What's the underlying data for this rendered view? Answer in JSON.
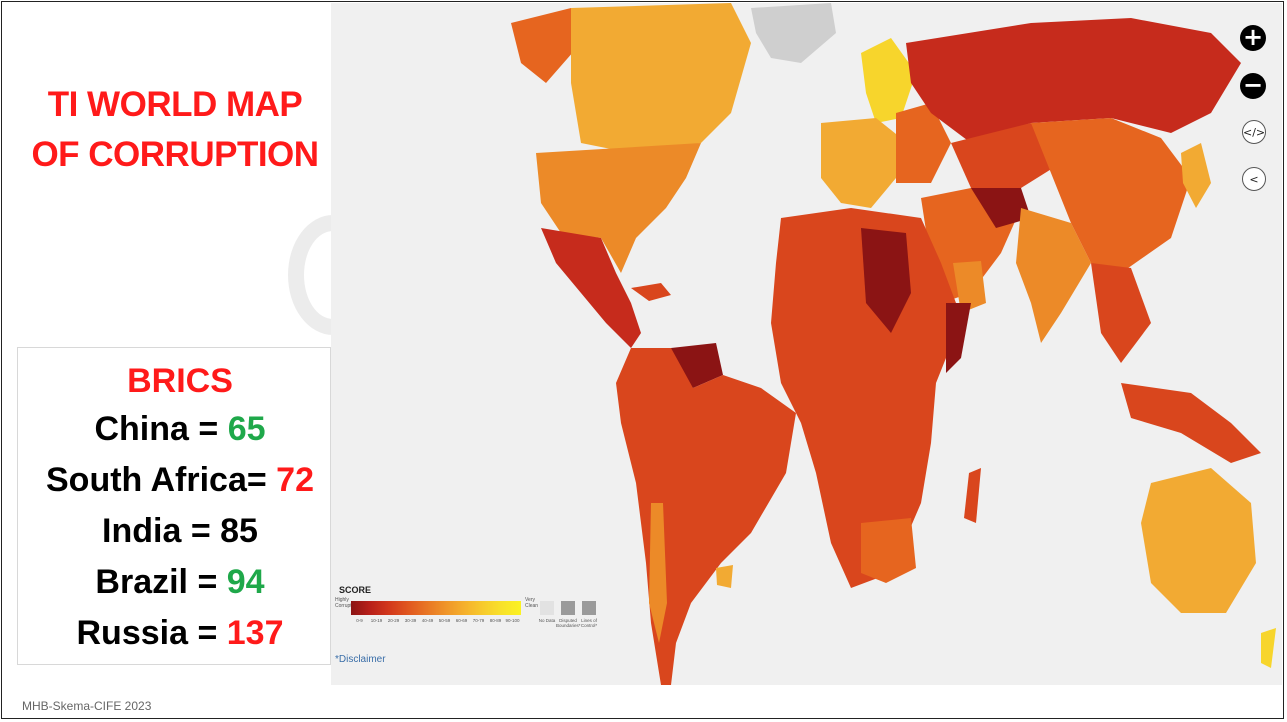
{
  "slide": {
    "title_line1": "TI WORLD MAP",
    "title_line2": "OF CORRUPTION",
    "footer": "MHB-Skema-CIFE 2023"
  },
  "brics": {
    "heading": "BRICS",
    "rows": [
      {
        "label": "China = ",
        "value": "65",
        "color": "#1fa84a"
      },
      {
        "label": "South Africa= ",
        "value": "72",
        "color": "#ff1a1a"
      },
      {
        "label": "India = ",
        "value": "85",
        "color": "#000000"
      },
      {
        "label": "Brazil = ",
        "value": "94",
        "color": "#1fa84a"
      },
      {
        "label": "Russia = ",
        "value": "137",
        "color": "#ff1a1a"
      }
    ]
  },
  "map": {
    "controls": {
      "zoom_in": "+",
      "zoom_out": "−",
      "embed": "</>",
      "share": "<"
    },
    "legend": {
      "title": "SCORE",
      "low_end": "Highly Corrupt",
      "high_end": "Very Clean",
      "bins": [
        "0-9",
        "10-19",
        "20-29",
        "30-39",
        "40-49",
        "50-59",
        "60-69",
        "70-79",
        "80-89",
        "90-100"
      ],
      "swatches": [
        "No Data",
        "Disputed Boundaries*",
        "Lines of Control*"
      ]
    },
    "disclaimer": "*Disclaimer",
    "colors": {
      "ocean": "#f0f0f0",
      "very_low": "#8b1414",
      "low": "#c62b1c",
      "mid_low": "#d9461d",
      "mid": "#e6651f",
      "mid_high": "#ec8a28",
      "high": "#f2aa33",
      "very_high": "#f7d52c",
      "no_data": "#cfcfcf"
    }
  }
}
